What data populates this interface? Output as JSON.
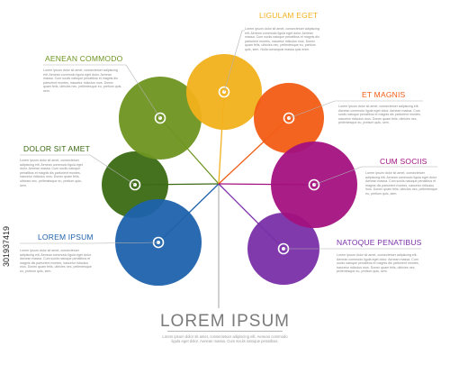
{
  "colors": {
    "yellow": "#F2B11C",
    "orange": "#F25C14",
    "magenta": "#A3117F",
    "purple": "#7A2FA8",
    "olive": "#6E9520",
    "darkgreen": "#3A6A12",
    "blue": "#1F62AC",
    "stem": "#b5b5b5"
  },
  "segments": [
    {
      "key": "yellow",
      "label": "LIGULAM EGET",
      "text": "Lorem ipsum dolor sit amet, consectetuer adipiscing elit. Aenean commodo ligula eget dolor. Aenean massa. Cum sociis natoque penatibus et magnis dis parturient montes, nascetur ridiculus mus. Donec quam felis, ultricies nec, pellentesque eu, pretium quis, sem. Nulla consequat massa quis enim."
    },
    {
      "key": "orange",
      "label": "ET MAGNIS",
      "text": "Lorem ipsum dolor sit amet, consectetuer adipiscing elit. Aenean commodo ligula eget dolor. Aenean massa. Cum sociis natoque penatibus et magnis dis parturient montes, nascetur ridiculus mus. Donec quam felis, ultricies nec, pellentesque eu, pretium quis, sem."
    },
    {
      "key": "magenta",
      "label": "CUM SOCIIS",
      "text": "Lorem ipsum dolor sit amet, consectetuer adipiscing elit. Aenean commodo ligula eget dolor. Aenean massa. Cum sociis natoque penatibus et magnis dis parturient montes, nascetur ridiculus mus. Donec quam felis, ultricies nec, pellentesque eu, pretium quis, sem."
    },
    {
      "key": "purple",
      "label": "NATOQUE PENATIBUS",
      "text": "Lorem ipsum dolor sit amet, consectetuer adipiscing elit. Aenean commodo ligula eget dolor. Aenean massa. Cum sociis natoque penatibus et magnis dis parturient montes, nascetur ridiculus mus. Donec quam felis, ultricies nec, pellentesque eu, pretium quis, sem."
    },
    {
      "key": "olive",
      "label": "AENEAN COMMODO",
      "text": "Lorem ipsum dolor sit amet, consectetuer adipiscing elit. Aenean commodo ligula eget dolor. Aenean massa. Cum sociis natoque penatibus et magnis dis parturient montes, nascetur ridiculus mus. Donec quam felis, ultricies nec, pellentesque eu, pretium quis, sem."
    },
    {
      "key": "darkgreen",
      "label": "DOLOR SIT AMET",
      "text": "Lorem ipsum dolor sit amet, consectetuer adipiscing elit. Aenean commodo ligula eget dolor. Aenean massa. Cum sociis natoque penatibus et magnis dis parturient montes, nascetur ridiculus mus. Donec quam felis, ultricies nec, pellentesque eu, pretium quis, sem."
    },
    {
      "key": "blue",
      "label": "LOREM IPSUM",
      "text": "Lorem ipsum dolor sit amet, consectetuer adipiscing elit. Aenean commodo ligula eget dolor. Aenean massa. Cum sociis natoque penatibus et magnis dis parturient montes, nascetur ridiculus mus. Donec quam felis, ultricies nec, pellentesque eu, pretium quis, sem."
    }
  ],
  "footer": {
    "title": "LOREM IPSUM",
    "text": "Lorem ipsum dolor sit amet, consectetuer adipiscing elit. Aenean commodo ligula eget dolor. Aenean massa. Cum sociis natoque penatibus."
  },
  "stock_id": "301937419"
}
